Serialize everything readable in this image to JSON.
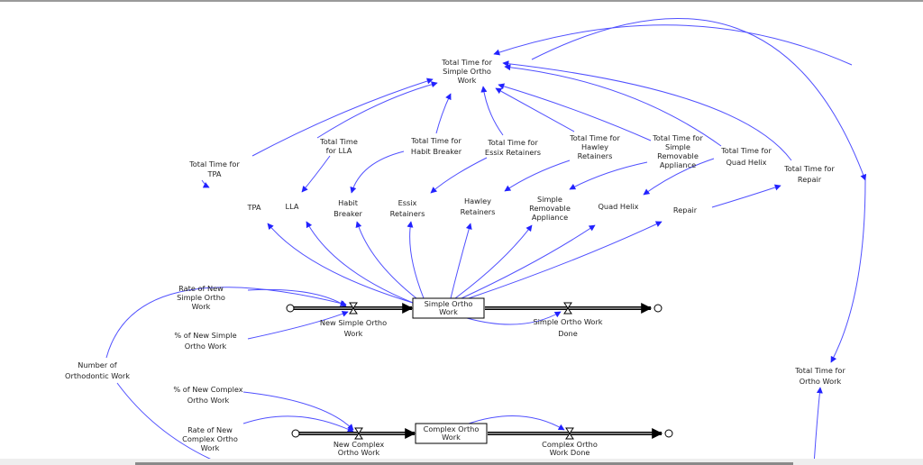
{
  "colors": {
    "link": "#3333ff",
    "flow": "#000000",
    "stock_border": "#000000"
  },
  "variables": {
    "total_simple": [
      "Total Time for",
      "Simple Ortho",
      "Work"
    ],
    "tt_tpa": [
      "Total Time for",
      "TPA"
    ],
    "tt_lla": [
      "Total Time",
      "for LLA"
    ],
    "tt_habit": [
      "Total Time for",
      "Habit Breaker"
    ],
    "tt_essix": [
      "Total Time for",
      "Essix Retainers"
    ],
    "tt_hawley": [
      "Total Time for",
      "Hawley",
      "Retainers"
    ],
    "tt_sra": [
      "Total Time for",
      "Simple",
      "Removable",
      "Appliance"
    ],
    "tt_quad": [
      "Total Time for",
      "Quad Helix"
    ],
    "tt_repair": [
      "Total Time for",
      "Repair"
    ],
    "tpa": [
      "TPA"
    ],
    "lla": [
      "LLA"
    ],
    "habit": [
      "Habit",
      "Breaker"
    ],
    "essix": [
      "Essix",
      "Retainers"
    ],
    "hawley": [
      "Hawley",
      "Retainers"
    ],
    "sra": [
      "Simple",
      "Removable",
      "Appliance"
    ],
    "quad": [
      "Quad Helix"
    ],
    "repair": [
      "Repair"
    ],
    "new_simple": [
      "New Simple Ortho",
      "Work"
    ],
    "simple_done": [
      "Simple Ortho Work",
      "Done"
    ],
    "rate_simple": [
      "Rate of New",
      "Simple Ortho",
      "Work"
    ],
    "pct_simple": [
      "% of New Simple",
      "Ortho Work"
    ],
    "num_ortho": [
      "Number of",
      "Orthodontic Work"
    ],
    "pct_complex": [
      "% of New Complex",
      "Ortho Work"
    ],
    "rate_complex": [
      "Rate of New",
      "Complex Ortho",
      "Work"
    ],
    "new_complex": [
      "New Complex",
      "Ortho Work"
    ],
    "complex_done": [
      "Complex Ortho",
      "Work Done"
    ],
    "tt_ortho": [
      "Total Time for",
      "Ortho Work"
    ]
  },
  "stocks": {
    "simple": [
      "Simple Ortho",
      "Work"
    ],
    "complex": [
      "Complex Ortho",
      "Work"
    ]
  }
}
